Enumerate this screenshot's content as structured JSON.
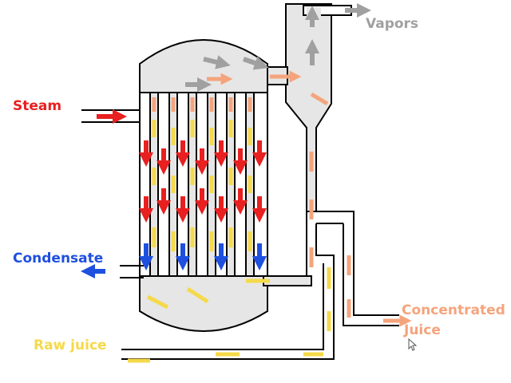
{
  "labels": {
    "steam": "Steam",
    "condensate": "Condensate",
    "vapors": "Vapors",
    "concentrated_line1": "Concentrated",
    "concentrated_line2": "Juice",
    "raw_juice": "Raw juice"
  },
  "colors": {
    "background": "#ffffff",
    "vessel_fill": "#e6e6e6",
    "outline": "#000000",
    "steam": "#e82020",
    "condensate": "#1e50e0",
    "vapors": "#a0a0a0",
    "concentrated_juice": "#f4a47c",
    "raw_juice": "#f5d94a"
  },
  "flows": [
    "steam",
    "condensate",
    "vapors",
    "concentrated-juice",
    "raw-juice"
  ],
  "icons": [
    "mouse-cursor-icon"
  ]
}
